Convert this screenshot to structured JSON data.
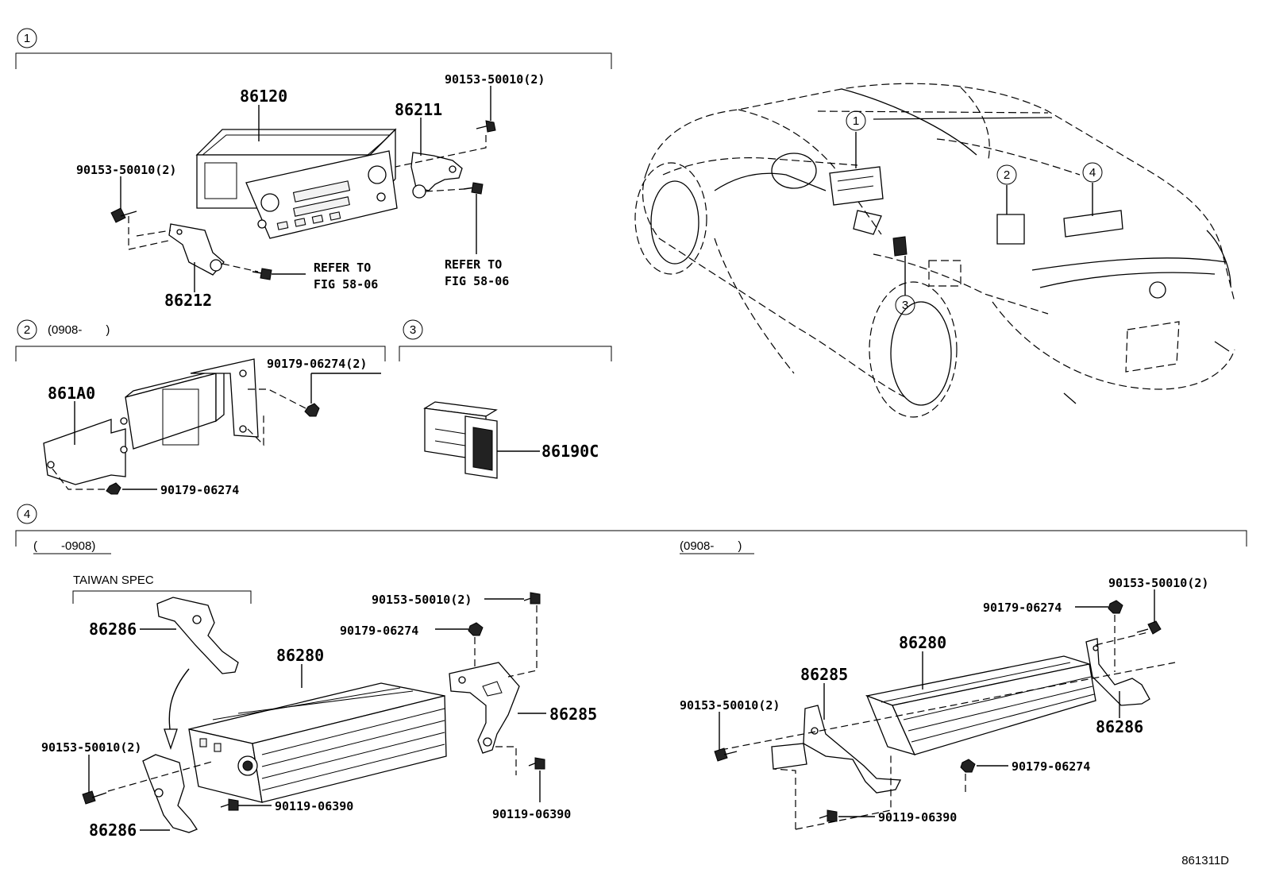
{
  "section_markers": [
    "1",
    "2",
    "3",
    "4"
  ],
  "car_callouts": [
    "1",
    "2",
    "3",
    "4"
  ],
  "date_ranges": {
    "s2": "(0908-  )",
    "s4_left": "(  -0908)",
    "s4_right": "(0908-  )"
  },
  "notes": {
    "taiwan_spec": "TAIWAN SPEC",
    "refer_to": "REFER TO",
    "fig_ref": "FIG 58-06"
  },
  "parts": {
    "s1": {
      "head_unit": "86120",
      "bracket_right": "86211",
      "bracket_left": "86212",
      "screw_top_right": "90153-50010(2)",
      "screw_left": "90153-50010(2)"
    },
    "s2": {
      "module": "861A0",
      "nut_right": "90179-06274(2)",
      "nut_bottom": "90179-06274"
    },
    "s3": {
      "switch": "86190C"
    },
    "s4_left": {
      "bracket_taiwan": "86286",
      "amplifier": "86280",
      "bracket_right": "86285",
      "bracket_left": "86286",
      "screw_top": "90153-50010(2)",
      "nut_top": "90179-06274",
      "screw_left": "90153-50010(2)",
      "bolt_bottom_left": "90119-06390",
      "bolt_bottom_right": "90119-06390"
    },
    "s4_right": {
      "amplifier": "86280",
      "bracket_left": "86285",
      "bracket_right": "86286",
      "screw_top_right": "90153-50010(2)",
      "nut_top": "90179-06274",
      "screw_left": "90153-50010(2)",
      "nut_bottom": "90179-06274",
      "bolt_bottom": "90119-06390"
    }
  },
  "figure_code": "861311D"
}
